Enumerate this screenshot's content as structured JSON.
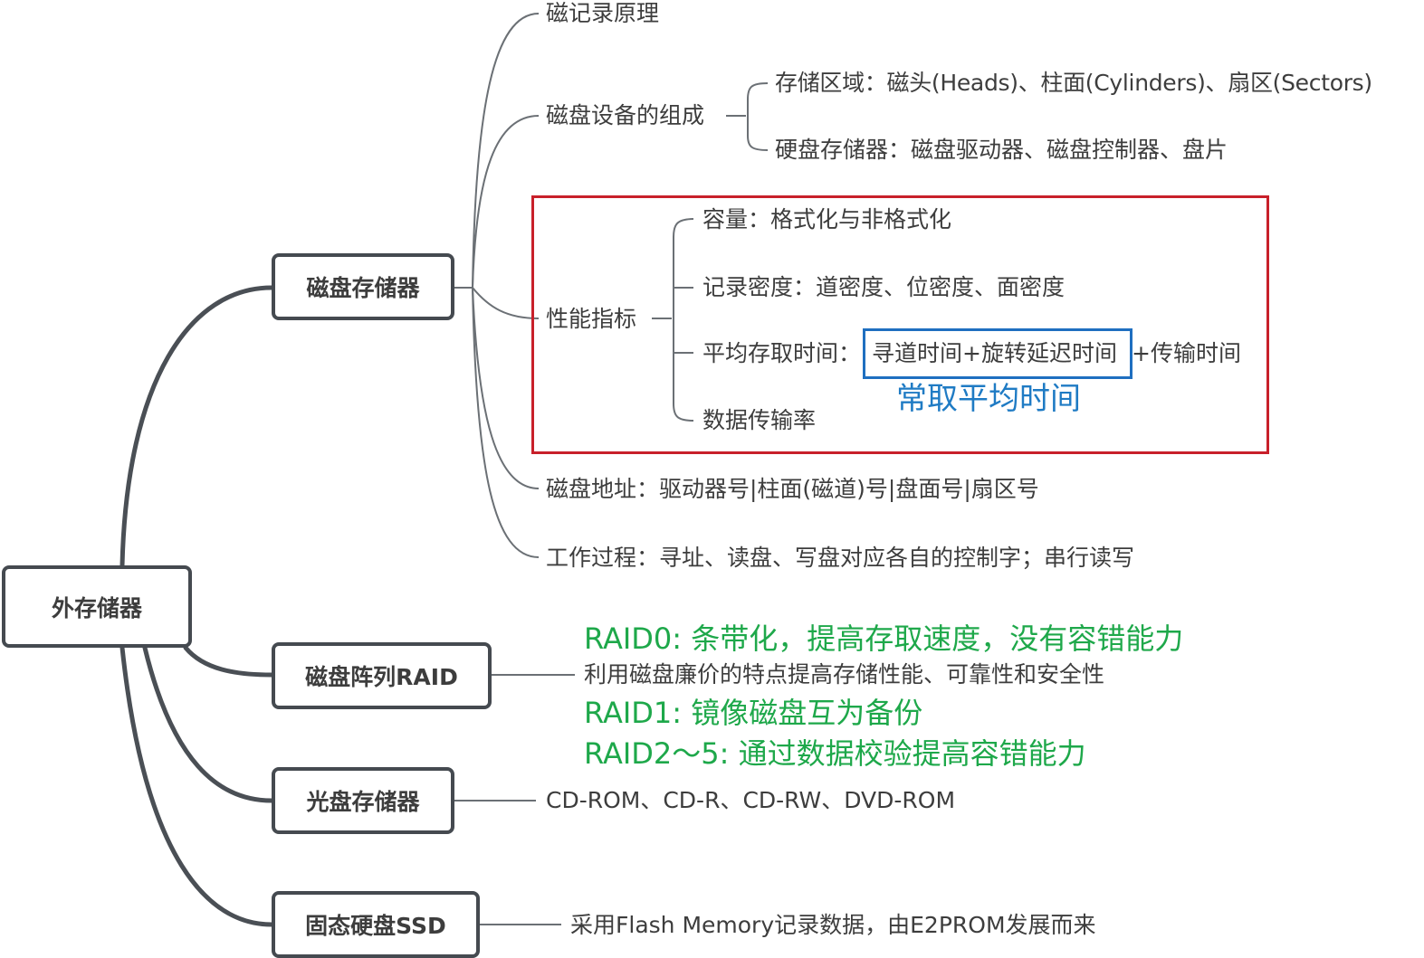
{
  "root": {
    "label": "外存储器"
  },
  "branches": {
    "disk": {
      "label": "磁盘存储器",
      "principle": "磁记录原理",
      "composition": {
        "label": "磁盘设备的组成",
        "storage_area": "存储区域：磁头(Heads)、柱面(Cylinders)、扇区(Sectors)",
        "hardware": "硬盘存储器：磁盘驱动器、磁盘控制器、盘片"
      },
      "performance": {
        "label": "性能指标",
        "capacity": "容量：格式化与非格式化",
        "density": "记录密度：道密度、位密度、面密度",
        "access_time_prefix": "平均存取时间：",
        "access_time_boxed": "寻道时间+旋转延迟时间",
        "access_time_suffix": "+传输时间",
        "access_note": "常取平均时间",
        "transfer_rate": "数据传输率"
      },
      "address": "磁盘地址：驱动器号|柱面(磁道)号|盘面号|扇区号",
      "process": "工作过程：寻址、读盘、写盘对应各自的控制字；串行读写"
    },
    "raid": {
      "label": "磁盘阵列RAID",
      "description": "利用磁盘廉价的特点提高存储性能、可靠性和安全性",
      "notes": [
        "RAID0: 条带化，提高存取速度，没有容错能力",
        "RAID1: 镜像磁盘互为备份",
        "RAID2～5: 通过数据校验提高容错能力"
      ]
    },
    "optical": {
      "label": "光盘存储器",
      "types": "CD-ROM、CD-R、CD-RW、DVD-ROM"
    },
    "ssd": {
      "label": "固态硬盘SSD",
      "description": "采用Flash Memory记录数据，由E2PROM发展而来"
    }
  },
  "colors": {
    "node_border": "#454a50",
    "connector": "#4a4f55",
    "red_highlight": "#c8202a",
    "blue_highlight": "#1f6fc0",
    "note_green": "#1ea84a",
    "note_blue": "#1f7bc4"
  }
}
